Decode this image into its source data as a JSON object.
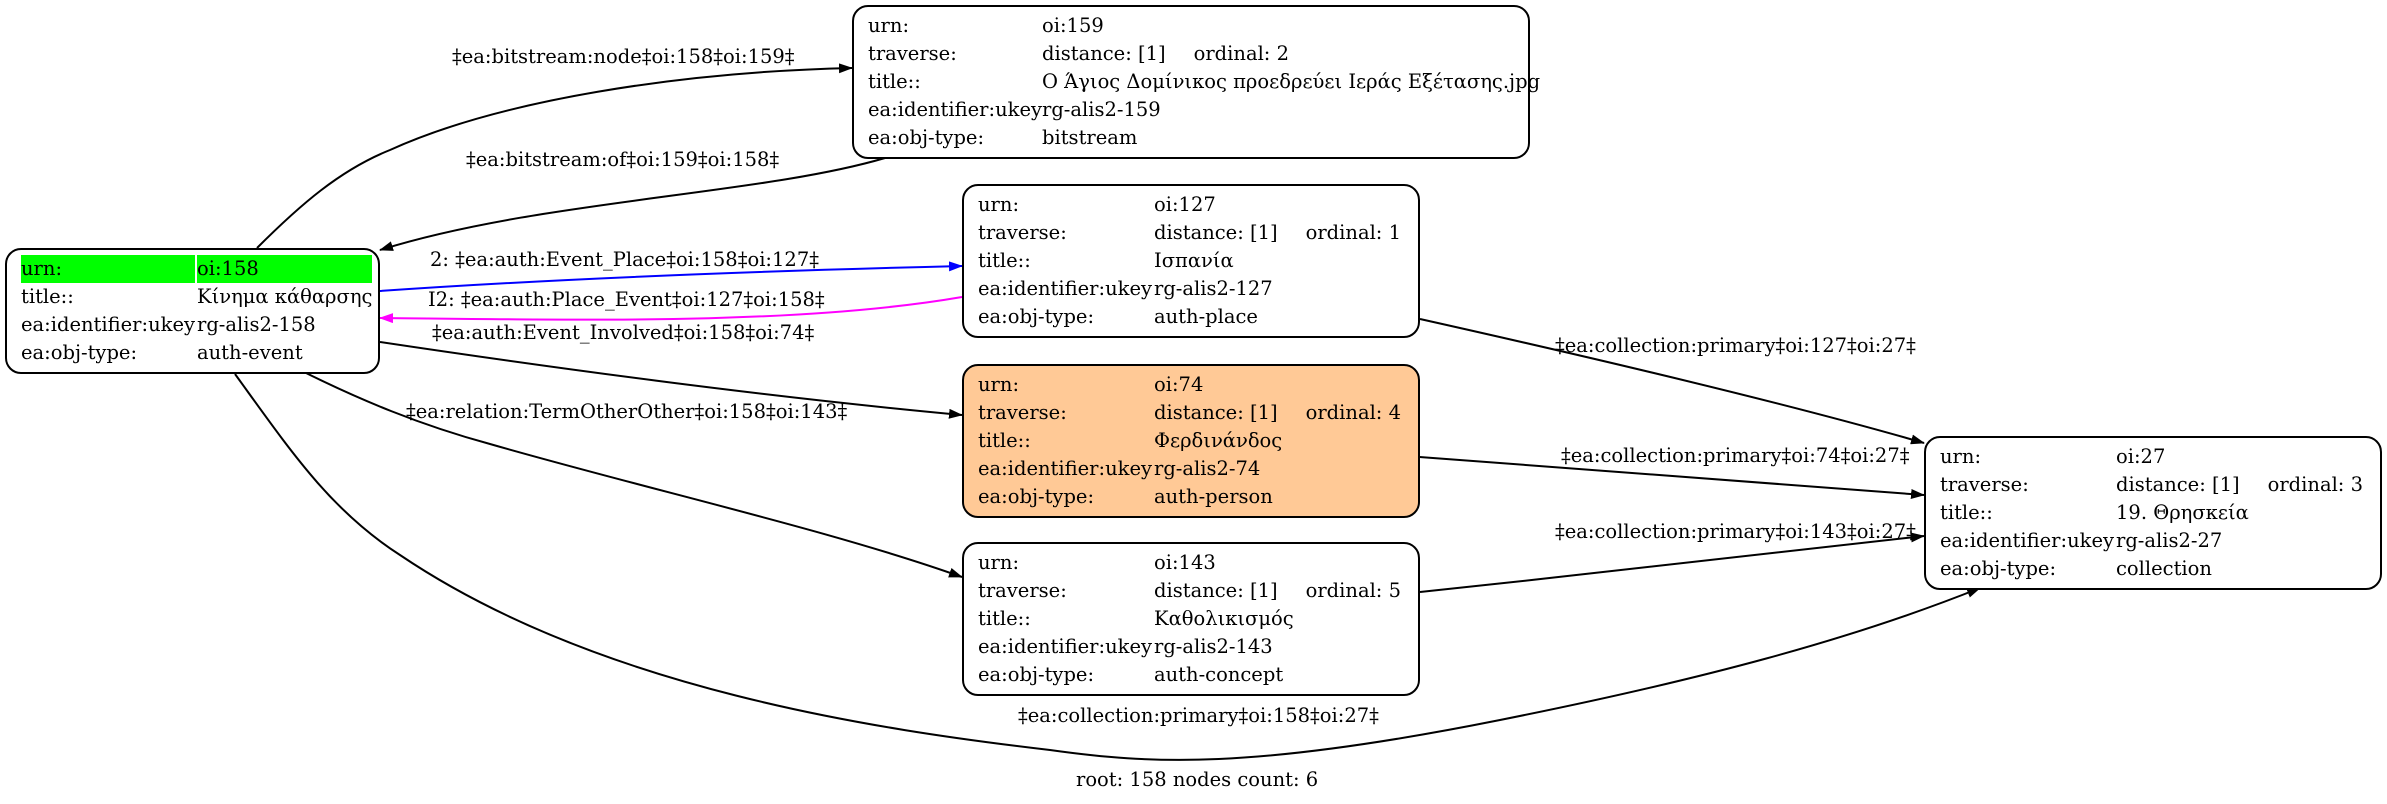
{
  "nodes": {
    "n158": {
      "rows": [
        {
          "k": "urn:",
          "v": "oi:158"
        },
        {
          "k": "title::",
          "v": "Κίνημα κάθαρσης"
        },
        {
          "k": "ea:identifier:ukey",
          "v": "rg-alis2-158"
        },
        {
          "k": "ea:obj-type:",
          "v": "auth-event"
        }
      ]
    },
    "n159": {
      "rows": [
        {
          "k": "urn:",
          "v": "oi:159"
        },
        {
          "k": "traverse:",
          "v": "distance: [1]",
          "v2": "ordinal: 2"
        },
        {
          "k": "title::",
          "v": "Ο Άγιος Δομίνικος προεδρεύει Ιεράς Εξέτασης.jpg"
        },
        {
          "k": "ea:identifier:ukey",
          "v": "rg-alis2-159"
        },
        {
          "k": "ea:obj-type:",
          "v": "bitstream"
        }
      ]
    },
    "n127": {
      "rows": [
        {
          "k": "urn:",
          "v": "oi:127"
        },
        {
          "k": "traverse:",
          "v": "distance: [1]",
          "v2": "ordinal: 1"
        },
        {
          "k": "title::",
          "v": "Ισπανία"
        },
        {
          "k": "ea:identifier:ukey",
          "v": "rg-alis2-127"
        },
        {
          "k": "ea:obj-type:",
          "v": "auth-place"
        }
      ]
    },
    "n74": {
      "rows": [
        {
          "k": "urn:",
          "v": "oi:74"
        },
        {
          "k": "traverse:",
          "v": "distance: [1]",
          "v2": "ordinal: 4"
        },
        {
          "k": "title::",
          "v": "Φερδινάνδος"
        },
        {
          "k": "ea:identifier:ukey",
          "v": "rg-alis2-74"
        },
        {
          "k": "ea:obj-type:",
          "v": "auth-person"
        }
      ]
    },
    "n143": {
      "rows": [
        {
          "k": "urn:",
          "v": "oi:143"
        },
        {
          "k": "traverse:",
          "v": "distance: [1]",
          "v2": "ordinal: 5"
        },
        {
          "k": "title::",
          "v": "Καθολικισμός"
        },
        {
          "k": "ea:identifier:ukey",
          "v": "rg-alis2-143"
        },
        {
          "k": "ea:obj-type:",
          "v": "auth-concept"
        }
      ]
    },
    "n27": {
      "rows": [
        {
          "k": "urn:",
          "v": "oi:27"
        },
        {
          "k": "traverse:",
          "v": "distance: [1]",
          "v2": "ordinal: 3"
        },
        {
          "k": "title::",
          "v": "19. Θρησκεία"
        },
        {
          "k": "ea:identifier:ukey",
          "v": "rg-alis2-27"
        },
        {
          "k": "ea:obj-type:",
          "v": "collection"
        }
      ]
    }
  },
  "edges": {
    "e1": "‡ea:bitstream:node‡oi:158‡oi:159‡",
    "e2": "‡ea:bitstream:of‡oi:159‡oi:158‡",
    "e3": "2: ‡ea:auth:Event_Place‡oi:158‡oi:127‡",
    "e4": "I2: ‡ea:auth:Place_Event‡oi:127‡oi:158‡",
    "e5": "‡ea:auth:Event_Involved‡oi:158‡oi:74‡",
    "e6": "‡ea:relation:TermOtherOther‡oi:158‡oi:143‡",
    "e7": "‡ea:collection:primary‡oi:127‡oi:27‡",
    "e8": "‡ea:collection:primary‡oi:74‡oi:27‡",
    "e9": "‡ea:collection:primary‡oi:143‡oi:27‡",
    "e10": "‡ea:collection:primary‡oi:158‡oi:27‡"
  },
  "colors": {
    "highlight_fill": "#ffc996",
    "root_row_fill": "#00ff00",
    "edge_place": "#0000ff",
    "edge_place_inverse": "#ff00ff",
    "edge_default": "#000000"
  },
  "footer": "root: 158 nodes count: 6"
}
